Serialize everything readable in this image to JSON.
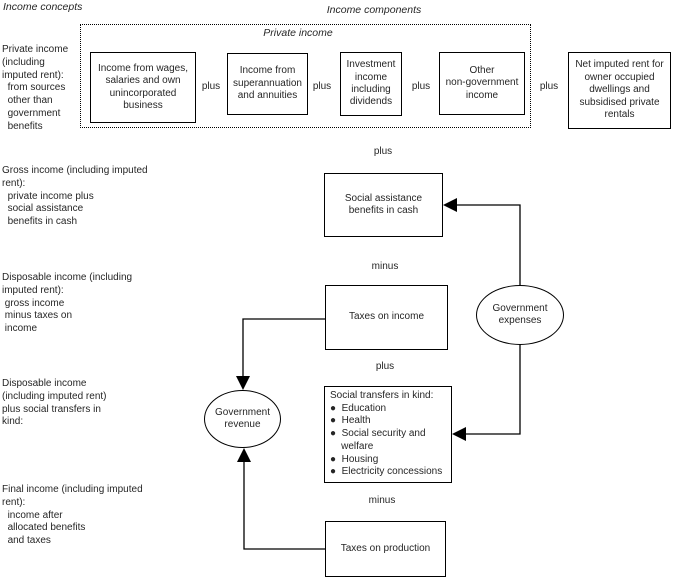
{
  "titles": {
    "concepts": "Income concepts",
    "components": "Income components"
  },
  "private_income_group": {
    "title": "Private income",
    "box_wages": "Income from wages,\nsalaries and own\nunincorporated\nbusiness",
    "box_superannuation": "Income from\nsuperannuation\nand annuities",
    "box_investment": "Investment\nincome\nincluding\ndividends",
    "box_other": "Other\nnon-government\nincome"
  },
  "box_net_imputed_rent": "Net imputed rent for\nowner occupied\ndwellings and\nsubsidised private\nrentals",
  "operators": {
    "plus": "plus",
    "minus": "minus"
  },
  "concepts": {
    "private_income": "Private income\n(including\nimputed rent):\n  from sources\n  other than\n  government\n  benefits",
    "gross_income": "Gross income (including imputed\nrent):\n  private income plus\n  social assistance\n  benefits in cash",
    "disposable_income": "Disposable income (including\nimputed rent):\n gross income\n minus taxes on\n income",
    "disposable_income_transfers": "Disposable income\n(including imputed rent)\nplus social transfers in\nkind:",
    "final_income": "Final income (including imputed\nrent):\n  income after\n  allocated benefits\n  and taxes"
  },
  "flow_boxes": {
    "social_assistance": "Social assistance\nbenefits in cash",
    "taxes_on_income": "Taxes on income",
    "social_transfers": "Social transfers in kind:\n●  Education\n●  Health\n●  Social security and\n    welfare\n●  Housing\n●  Electricity concessions",
    "taxes_on_production": "Taxes on production"
  },
  "ellipses": {
    "government_expenses": "Government\nexpenses",
    "government_revenue": "Government\nrevenue"
  },
  "colors": {
    "line": "#000000",
    "text": "#262626",
    "background": "#ffffff"
  }
}
